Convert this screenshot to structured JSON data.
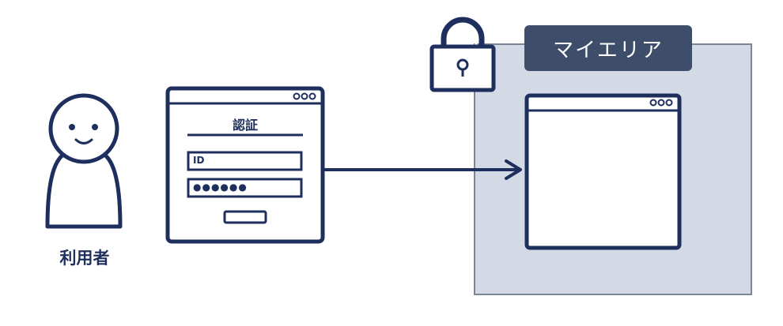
{
  "user": {
    "label": "利用者"
  },
  "auth_window": {
    "title": "認証",
    "id_text": "ID",
    "password_mask": "●●●●●●"
  },
  "my_area": {
    "label": "マイエリア"
  },
  "colors": {
    "navy": "#1e2f5e",
    "tag_bg": "#3d4d6a",
    "area_bg": "#d4dae5",
    "area_border": "#7a8596"
  },
  "icons": [
    "person-icon",
    "lock-icon",
    "browser-window-icon",
    "arrow-right-icon"
  ]
}
